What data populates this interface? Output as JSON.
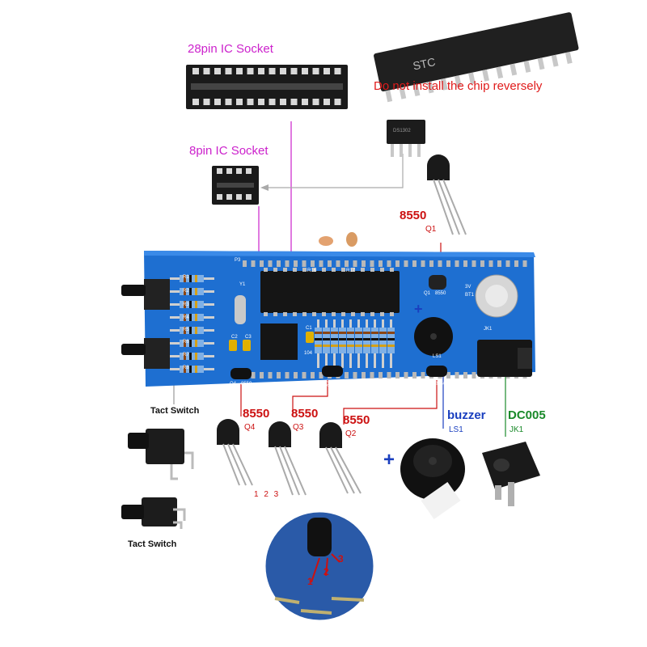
{
  "labels": {
    "socket28": "28pin IC Socket",
    "socket8": "8pin IC Socket",
    "chip_warning": "Do not install the chip reversely",
    "q1_part": "8550",
    "q1_ref": "Q1",
    "q4_part": "8550",
    "q4_ref": "Q4",
    "q3_part": "8550",
    "q3_ref": "Q3",
    "q2_part": "8550",
    "q2_ref": "Q2",
    "buzzer_part": "buzzer",
    "buzzer_ref": "LS1",
    "dc_part": "DC005",
    "dc_ref": "JK1",
    "tact_top": "Tact Switch",
    "tact_bottom": "Tact Switch",
    "pin_numbers": "1 2 3",
    "closeup_pins": [
      "1",
      "2",
      "3"
    ],
    "polarity_plus": "+"
  },
  "pcb": {
    "resistors": [
      "R1",
      "R2",
      "R3",
      "R4",
      "R5",
      "R6",
      "R7",
      "R8"
    ],
    "refs": {
      "y1": "Y1",
      "r16": "R16",
      "r17": "R17",
      "c1": "C1",
      "c2": "C2",
      "c3": "C3",
      "c4": "104",
      "bt1": "BT1",
      "bt_v": "3V",
      "jk1": "JK1",
      "ls1": "LS1",
      "q1": "Q1",
      "q1v": "8550",
      "q2": "Q2",
      "q2v": "8550",
      "q3": "Q3",
      "q3v": "8550",
      "q4": "Q4",
      "q4v": "8550",
      "p3": "P3"
    }
  },
  "chip_marks": {
    "stc_brand": "STC",
    "small_chip_text": "DS1302"
  },
  "colors": {
    "pcb": "#1e6fd1",
    "pcb_dark": "#1555a8",
    "label_magenta": "#cc22cc",
    "label_red": "#cc1111",
    "label_blue": "#1a3fbf",
    "label_green": "#1a8a2a"
  }
}
